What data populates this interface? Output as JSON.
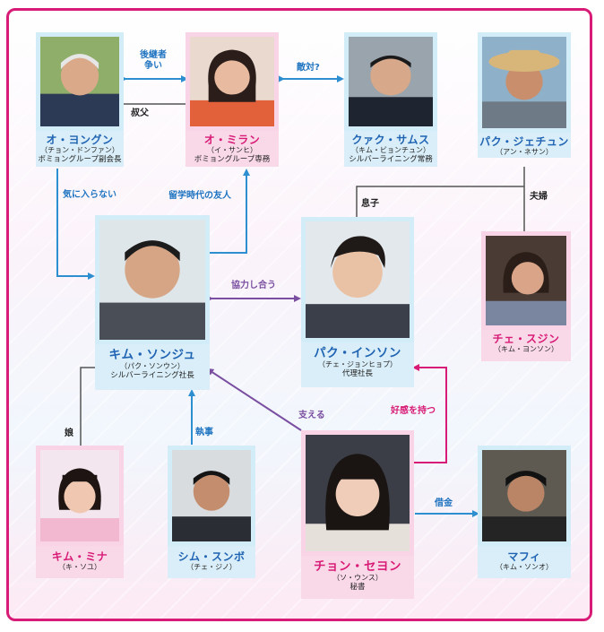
{
  "people": {
    "oh_yonggun": {
      "name": "オ・ヨングン",
      "actor": "（チョン・ドンファン）",
      "role": "ボミョングループ副会長"
    },
    "oh_miran": {
      "name": "オ・ミラン",
      "actor": "（イ・サンヒ）",
      "role": "ボミョングループ専務"
    },
    "kwak_samsu": {
      "name": "クァク・サムス",
      "actor": "（キム・ビョンチュン）",
      "role": "シルバーライニング常務"
    },
    "park_jechun": {
      "name": "パク・ジェチュン",
      "actor": "（アン・ネサン）",
      "role": ""
    },
    "che_sujin": {
      "name": "チェ・スジン",
      "actor": "（キム・ヨンソン）",
      "role": ""
    },
    "kim_sonju": {
      "name": "キム・ソンジュ",
      "actor": "（パク・ソンウン）",
      "role": "シルバーライニング社長"
    },
    "park_inson": {
      "name": "パク・インソン",
      "actor": "（チェ・ジョンヒョプ）",
      "role": "代理社長"
    },
    "kim_mina": {
      "name": "キム・ミナ",
      "actor": "（キ・ソユ）",
      "role": ""
    },
    "sim_sunbo": {
      "name": "シム・スンボ",
      "actor": "（チェ・ジノ）",
      "role": ""
    },
    "jeon_seyon": {
      "name": "チョン・セヨン",
      "actor": "（ソ・ウンス）",
      "role": "秘書"
    },
    "mafi": {
      "name": "マフィ",
      "actor": "（キム・ソンオ）",
      "role": ""
    }
  },
  "relations": {
    "successor_line1": "後継者",
    "successor_line2": "争い",
    "uncle": "叔父",
    "rival": "敵対?",
    "displeased": "気に入らない",
    "study_friend": "留学時代の友人",
    "son": "息子",
    "couple": "夫婦",
    "cooperate": "協力し合う",
    "daughter": "娘",
    "butler": "執事",
    "support": "支える",
    "affection": "好感を持つ",
    "debt": "借金"
  },
  "colors": {
    "frame": "#d81b76",
    "blue_arrow": "#2d8fd0",
    "purple_arrow": "#7a4ea0",
    "pink_arrow": "#d81b76",
    "gray_line": "#555555",
    "name_blue": "#1f63b3",
    "name_pink": "#d81b76"
  }
}
